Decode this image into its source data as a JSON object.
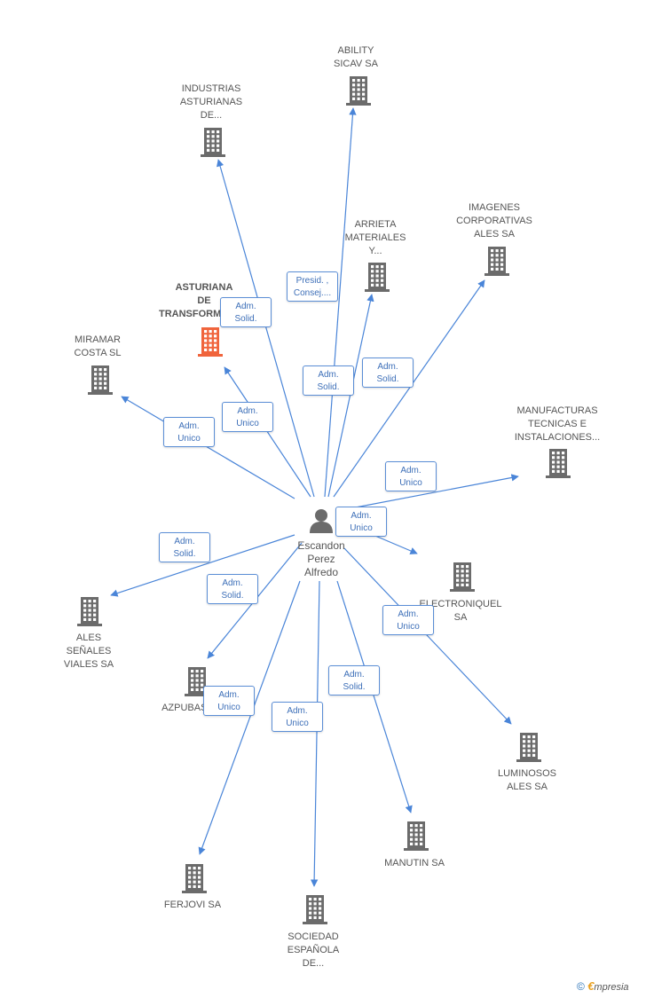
{
  "person": {
    "label": "Escandon\nPerez\nAlfredo",
    "icon": "person-icon"
  },
  "colors": {
    "edge": "#4a85d8",
    "building": "#6b6b6b",
    "building_highlight": "#f0643c",
    "role_border": "#5b8ed6",
    "role_text": "#3d6fb8"
  },
  "companies": [
    {
      "id": "ability",
      "label": "ABILITY\nSICAV SA"
    },
    {
      "id": "industrias",
      "label": "INDUSTRIAS\nASTURIANAS\nDE..."
    },
    {
      "id": "arrieta",
      "label": "ARRIETA\nMATERIALES\nY..."
    },
    {
      "id": "imagenes",
      "label": "IMAGENES\nCORPORATIVAS\nALES SA"
    },
    {
      "id": "asturiana",
      "label": "ASTURIANA\nDE\nTRANSFORMADOS",
      "highlight": true
    },
    {
      "id": "miramar",
      "label": "MIRAMAR\nCOSTA  SL"
    },
    {
      "id": "manufacturas",
      "label": "MANUFACTURAS\nTECNICAS E\nINSTALACIONES..."
    },
    {
      "id": "electroniquel",
      "label": "ELECTRONIQUEL SA"
    },
    {
      "id": "ales",
      "label": "ALES\nSEÑALES\nVIALES SA"
    },
    {
      "id": "azpubasa",
      "label": "AZPUBASA SA"
    },
    {
      "id": "luminosos",
      "label": "LUMINOSOS\nALES SA"
    },
    {
      "id": "manutin",
      "label": "MANUTIN SA"
    },
    {
      "id": "ferjovi",
      "label": "FERJOVI SA"
    },
    {
      "id": "sociedad",
      "label": "SOCIEDAD\nESPAÑOLA\nDE..."
    }
  ],
  "roles": [
    {
      "target": "ability",
      "label": "Presid. ,\nConsej...."
    },
    {
      "target": "industrias",
      "label": "Adm.\nSolid."
    },
    {
      "target": "arrieta",
      "label": "Adm.\nSolid."
    },
    {
      "target": "imagenes",
      "label": "Adm.\nSolid."
    },
    {
      "target": "asturiana",
      "label": "Adm.\nUnico"
    },
    {
      "target": "miramar",
      "label": "Adm.\nUnico"
    },
    {
      "target": "manufacturas",
      "label": "Adm.\nUnico"
    },
    {
      "target": "electroniquel",
      "label": "Adm.\nUnico"
    },
    {
      "target": "ales",
      "label": "Adm.\nSolid."
    },
    {
      "target": "azpubasa",
      "label": "Adm.\nSolid."
    },
    {
      "target": "luminosos",
      "label": "Adm.\nUnico"
    },
    {
      "target": "manutin",
      "label": "Adm.\nSolid."
    },
    {
      "target": "ferjovi",
      "label": "Adm.\nUnico"
    },
    {
      "target": "sociedad",
      "label": "Adm.\nUnico"
    }
  ],
  "footer": {
    "copyright": "©",
    "brand_initial": "€",
    "brand_rest": "mpresia"
  }
}
